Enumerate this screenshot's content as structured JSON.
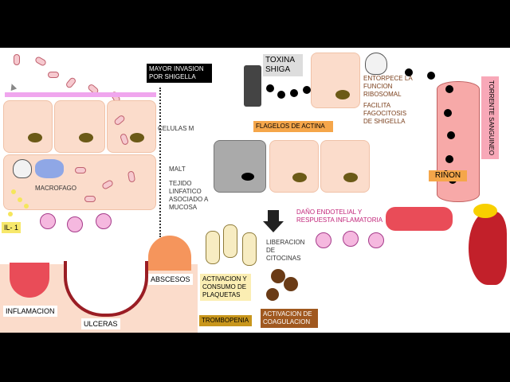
{
  "labels": {
    "mayor_invasion": "MAYOR INVASION POR SHIGELLA",
    "celulas_m": "CELULAS M",
    "macrofago": "MACROFAGO",
    "malt": "MALT",
    "tejido": "TEJIDO LINFATICO ASOCIADO A MUCOSA",
    "il1": "IL- 1",
    "inflamacion": "INFLAMACION",
    "ulceras": "ULCERAS",
    "abscesos": "ABSCESOS",
    "activacion_plaquetas": "ACTIVACION Y CONSUMO DE PLAQUETAS",
    "trombopenia": "TROMBOPENIA",
    "toxina_shiga": "TOXINA SHIGA",
    "flagelos": "FLAGELOS DE ACTINA",
    "entorpece": "ENTORPECE LA FUNCION RIBOSOMAL",
    "facilita": "FACILITA FAGOCITOSIS DE SHIGELLA",
    "torrente": "TORRENTE SANGUINEO",
    "rinon": "RIÑON",
    "dano": "DAÑO ENDOTELIAL Y RESPUESTA INFLAMATORIA",
    "liberacion": "LIBERACION DE CITOCINAS",
    "activacion_coag": "ACTIVACION DE COAGULACION"
  },
  "colors": {
    "pink_label": "#f8a8b8",
    "orange_label": "#f5a64a",
    "yellow_label": "#fbeeb3",
    "brown_label": "#a0581f",
    "cell_fill": "#fbdccb",
    "nucleus": "#6b5a17",
    "magenta_text": "#c2267a"
  }
}
